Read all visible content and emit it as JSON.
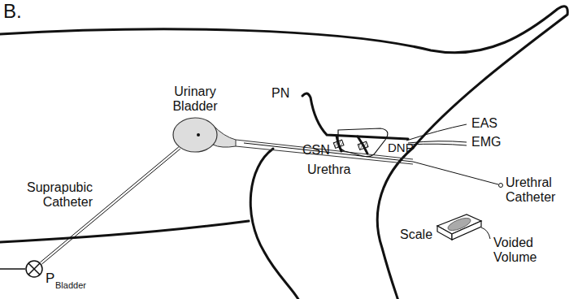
{
  "diagram": {
    "nodes": [
      {
        "text": [
          "Urinary Bladder"
        ]
      },
      {
        "text": [
          "P",
          "Bladder"
        ]
      },
      {
        "text": [
          "Scale"
        ]
      }
    ],
    "edges": [
      {
        "from": 1,
        "to": 0,
        "arrow": "none"
      }
    ],
    "labels": [
      "B.",
      "Suprapubic Catheter",
      "PN",
      "CSN",
      "DNP",
      "Urethra",
      "EAS",
      "EMG",
      "Urethral Catheter",
      "Voided Volume"
    ]
  }
}
